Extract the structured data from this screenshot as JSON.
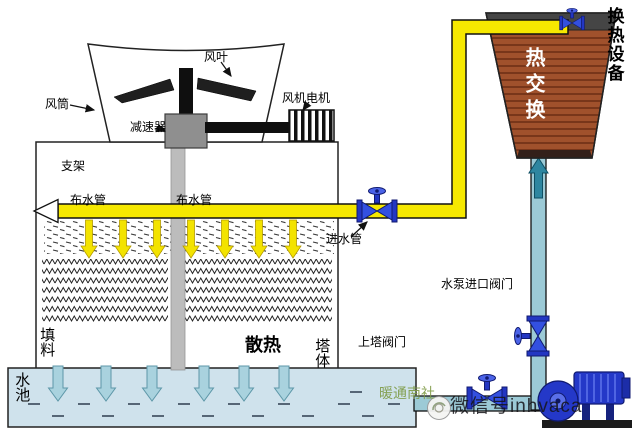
{
  "diagram": {
    "labels": {
      "fan_blade": "风叶",
      "fan_duct": "风筒",
      "fan_motor": "风机电机",
      "reducer": "减速器",
      "support": "支架",
      "dist_pipe_left": "布水管",
      "dist_pipe_right": "布水管",
      "inlet_pipe": "进水管",
      "fill": "填料",
      "heat_dissipation": "散热",
      "tower_body": "塔体",
      "pool": "水池",
      "up_tower_valve": "上塔阀门",
      "pump_inlet_valve": "水泵进口阀门",
      "heat_exchange": "热交换",
      "heat_exchange_equipment": "换热设备"
    },
    "watermark": {
      "brand": "暖通南社",
      "wechat": "微信号inhvaca"
    },
    "colors": {
      "pipe_yellow": "#f6e800",
      "pipe_teal": "#9ccad6",
      "valve_blue": "#2a3fd0",
      "exchanger_red": "#a0512c",
      "pool_blue": "#cfe2ec",
      "pump_blue": "#2438c8"
    }
  }
}
